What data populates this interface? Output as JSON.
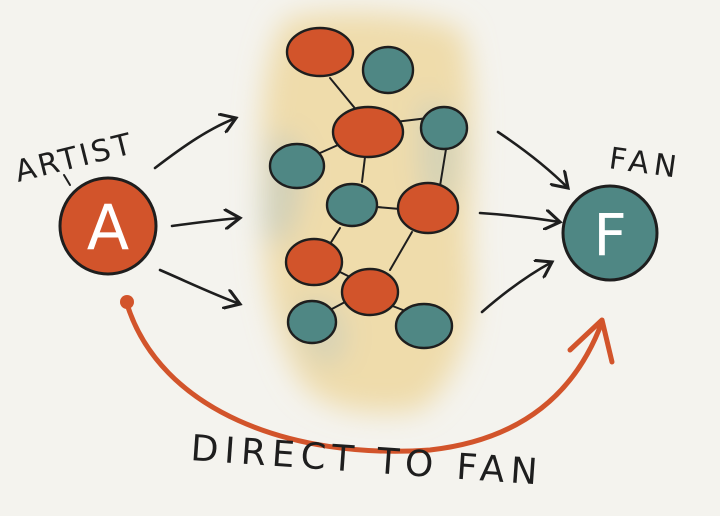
{
  "labels": {
    "artist": "ARTIST",
    "fan": "FAN",
    "bottom_caption": "DIRECT TO FAN"
  },
  "nodes": {
    "artist_letter": "A",
    "fan_letter": "F"
  },
  "colors": {
    "background": "#f4f3ee",
    "orange": "#d2542b",
    "teal": "#4f8784",
    "wash_yellow": "#ecd28e",
    "wash_blue": "#a9c2c6",
    "ink": "#1e1e1e"
  }
}
